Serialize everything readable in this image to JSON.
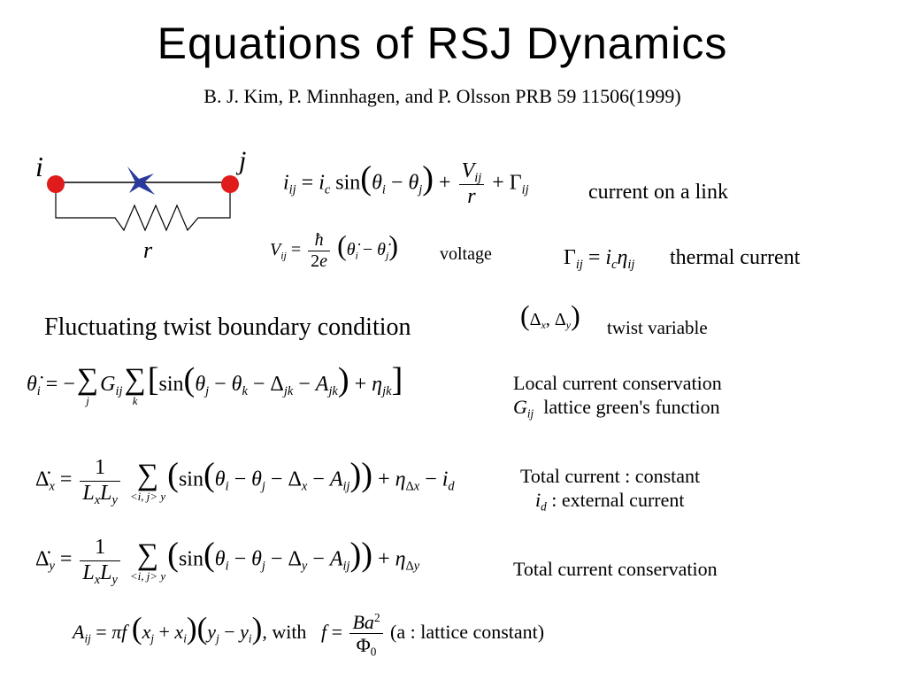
{
  "slide": {
    "title": "Equations of RSJ Dynamics",
    "reference": "B. J. Kim, P. Minnhagen, and P. Olsson PRB 59 11506(1999)"
  },
  "diagram": {
    "node_i": "i",
    "node_j": "j",
    "resistor": "r"
  },
  "labels": {
    "current_link": "current on a link",
    "voltage": "voltage",
    "thermal": "thermal current",
    "fluctuating": "Fluctuating twist boundary condition",
    "twist_variable": "twist variable",
    "local_conservation": "Local current conservation",
    "green_function": "lattice green's function",
    "total_constant": "Total current : constant",
    "external_current": ": external current",
    "total_conservation": "Total current conservation",
    "with": ", with",
    "lattice_constant": "(a : lattice constant)"
  },
  "colors": {
    "node": "#e01b1b",
    "junction": "#2a3a9c"
  }
}
